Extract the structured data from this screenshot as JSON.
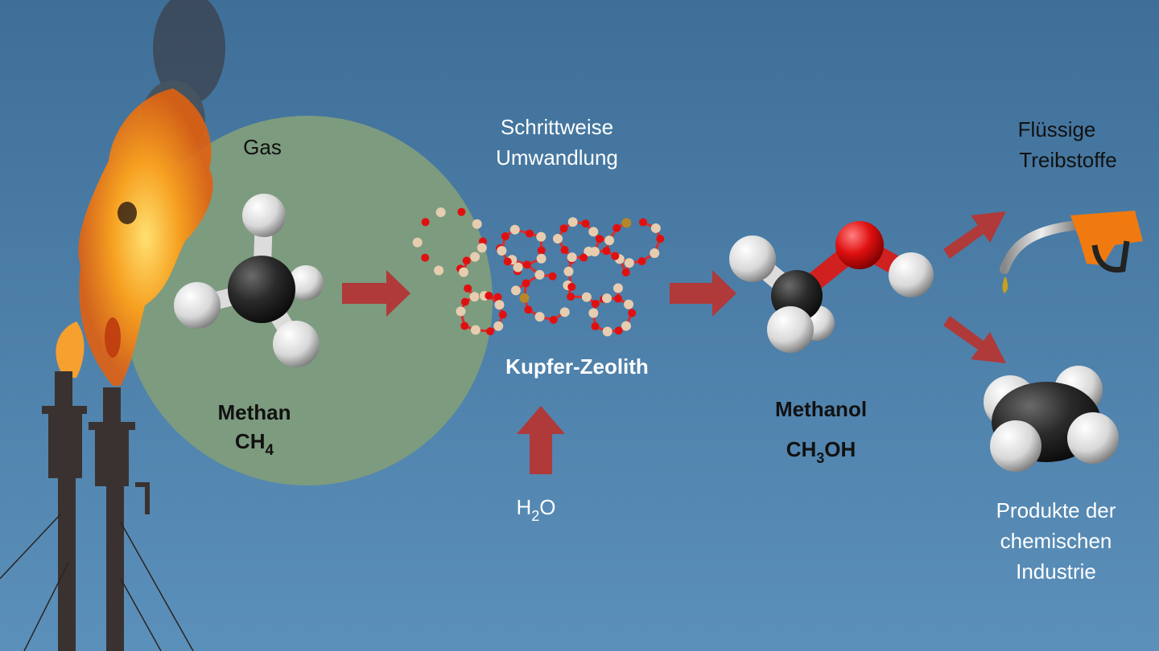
{
  "labels": {
    "gas": "Gas",
    "methane_name": "Methan",
    "methane_formula": {
      "a": "CH",
      "sub": "4"
    },
    "step_line1": "Schrittweise",
    "step_line2": "Umwandlung",
    "catalyst": "Kupfer-Zeolith",
    "water": {
      "a": "H",
      "sub": "2",
      "b": "O"
    },
    "methanol_name": "Methanol",
    "methanol_formula": {
      "a": "CH",
      "sub": "3",
      "b": "OH"
    },
    "fuels_line1": "Flüssige",
    "fuels_line2": "Treibstoffe",
    "products_line1": "Produkte der",
    "products_line2": "chemischen",
    "products_line3": "Industrie"
  },
  "colors": {
    "sky_top": "#3f6f98",
    "sky_bottom": "#5b90ba",
    "gas_circle": "#7d9b7f",
    "arrow": "#b0393a",
    "oxygen": "#e01010",
    "silicon": "#e6cdb0",
    "copper": "#b8862a",
    "carbon": "#2a2a2a",
    "hydrogen": "#f0f0f0",
    "nozzle": "#f07a10"
  }
}
